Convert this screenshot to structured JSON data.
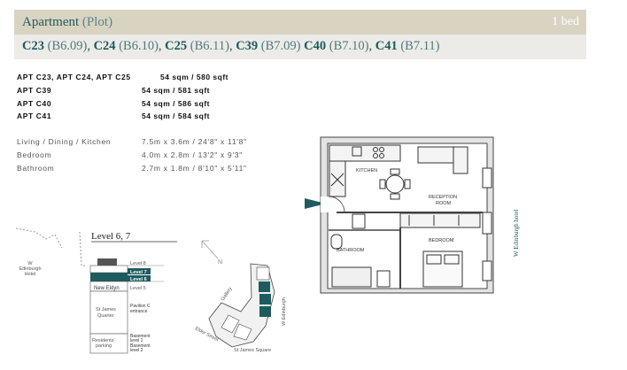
{
  "header": {
    "title_main": "Apartment",
    "title_sub": "(Plot)",
    "bed": "1 bed"
  },
  "units": [
    {
      "code": "C23",
      "plot": "(B6.09)"
    },
    {
      "code": "C24",
      "plot": "(B6.10)"
    },
    {
      "code": "C25",
      "plot": "(B6.11)"
    },
    {
      "code": "C39",
      "plot": "(B7.09)"
    },
    {
      "code": "C40",
      "plot": "(B7.10)"
    },
    {
      "code": "C41",
      "plot": "(B7.11)"
    }
  ],
  "areas": [
    {
      "label": "APT C23, APT C24, APT C25",
      "value": "54 sqm / 580 sqft"
    },
    {
      "label": "APT C39",
      "value": "54 sqm / 581 sqft"
    },
    {
      "label": "APT C40",
      "value": "54 sqm / 586 sqft"
    },
    {
      "label": "APT C41",
      "value": "54 sqm / 584 sqft"
    }
  ],
  "rooms": [
    {
      "label": "Living / Dining / Kitchen",
      "value": "7.5m x 3.6m / 24'8\" x 11'8\""
    },
    {
      "label": "Bedroom",
      "value": "4.0m x 2.8m / 13'2\" x 9'3\""
    },
    {
      "label": "Bathroom",
      "value": "2.7m x 1.8m / 8'10\" x 5'11\""
    }
  ],
  "floorplan": {
    "kitchen": "KITCHEN",
    "reception_1": "RECEPTION",
    "reception_2": "ROOM",
    "bedroom": "BEDROOM",
    "bathroom": "BATHROOM",
    "street": "W Edinburgh hotel"
  },
  "level_diagram": {
    "title": "Level 6, 7",
    "hotel_1": "W",
    "hotel_2": "Edinburgh",
    "hotel_3": "Hotel",
    "new_eldyn": "New Eldyn",
    "st_james_1": "St James",
    "st_james_2": "Quarter",
    "residents_1": "Residents'",
    "residents_2": "parking",
    "levels": [
      "Level 8",
      "Level 7",
      "Level 6",
      "Level 5"
    ],
    "pavilion_1": "Pavilion C",
    "pavilion_2": "entrance",
    "basement_1a": "Basement",
    "basement_1b": "level 1",
    "basement_2a": "Basement",
    "basement_2b": "level 2"
  },
  "site_plan": {
    "gallery": "Gallery",
    "elder": "Elder Street",
    "square": "St James Square",
    "w_edinburgh": "W Edinburgh",
    "north": "N"
  },
  "colors": {
    "teal": "#1e5b5f",
    "bar": "#d9d3c2",
    "subbar": "#ecebe7"
  }
}
